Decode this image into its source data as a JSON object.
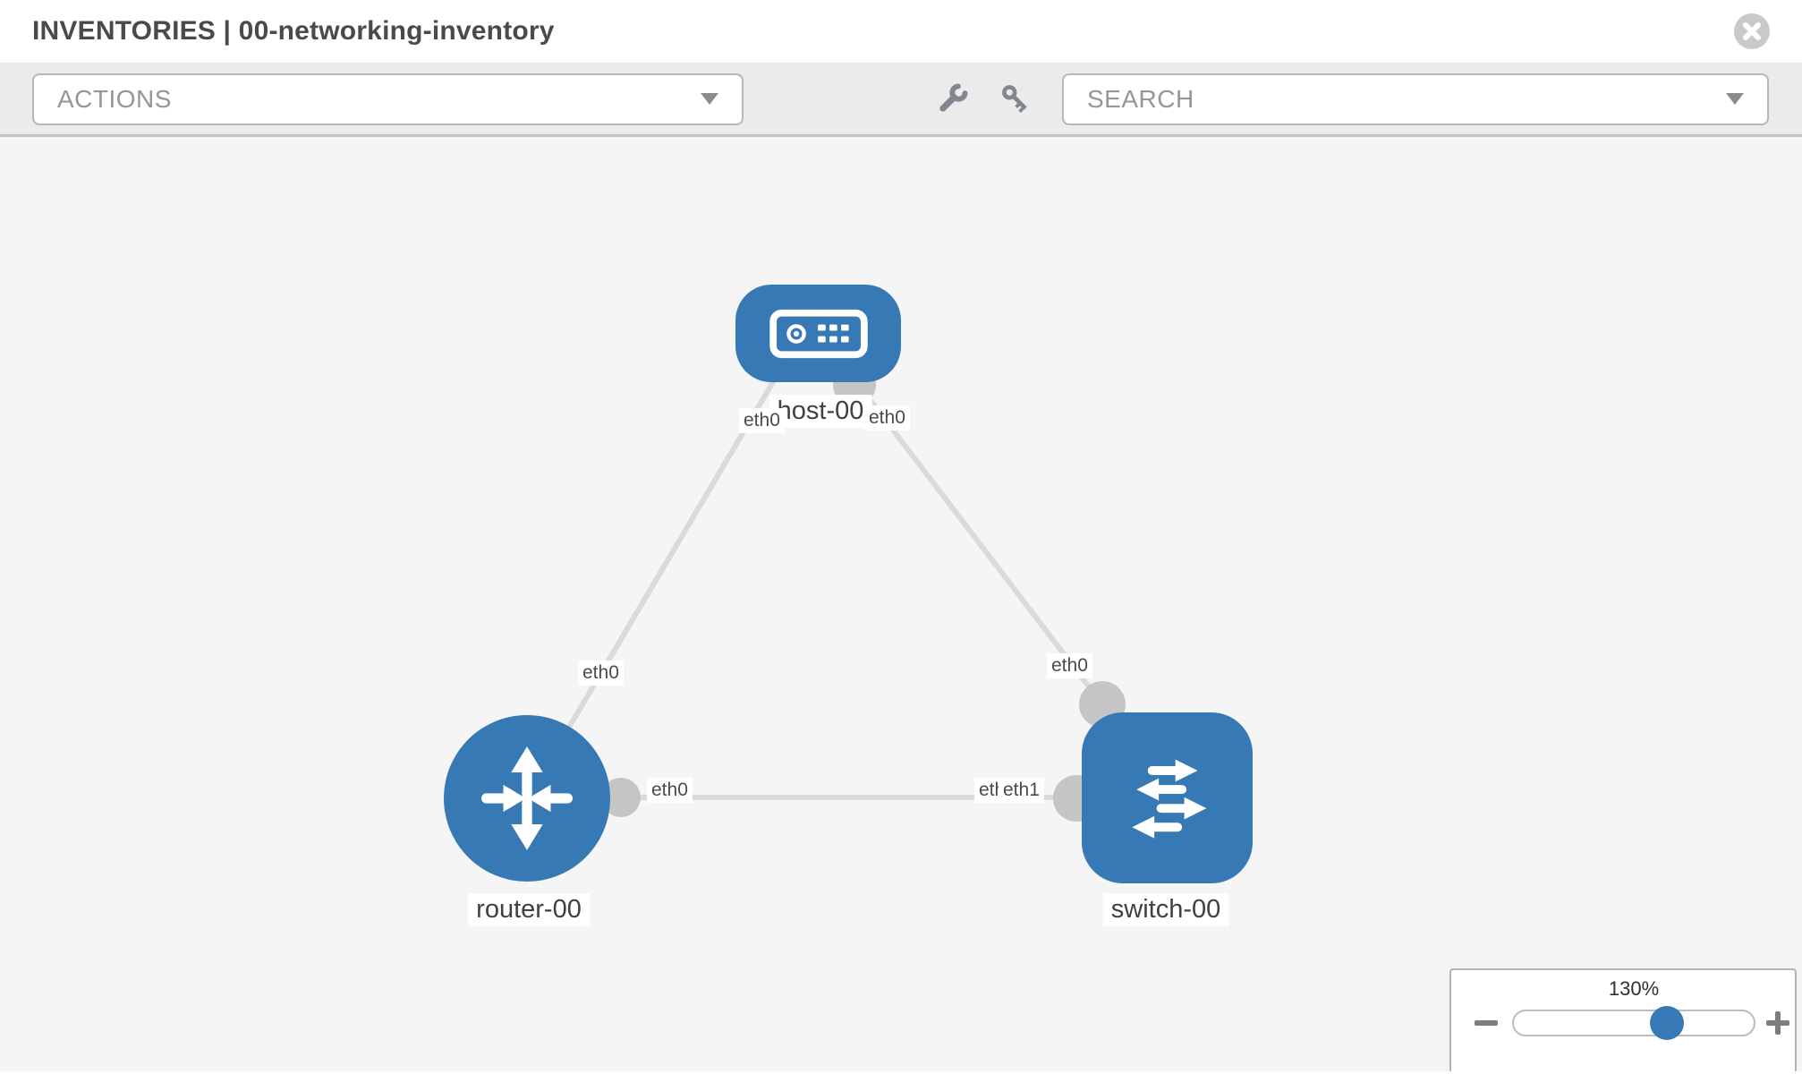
{
  "header": {
    "title": "INVENTORIES | 00-networking-inventory"
  },
  "toolbar": {
    "actions_label": "ACTIONS",
    "search_label": "SEARCH"
  },
  "icons": {
    "close": "x-circle",
    "wrench": "wrench",
    "key": "key",
    "actions_caret": "chevron-down",
    "search_caret": "chevron-down",
    "zoom_out": "minus",
    "zoom_in": "plus"
  },
  "colors": {
    "node_blue": "#3779b5",
    "link_gray": "#dadada",
    "endpoint_gray": "#c5c5c5",
    "canvas_bg": "#f5f5f5",
    "toolbar_bg": "#ebebeb",
    "slider_thumb": "#3779b5"
  },
  "topology": {
    "nodes": [
      {
        "id": "host-00",
        "type": "host",
        "label": "host-00"
      },
      {
        "id": "router-00",
        "type": "router",
        "label": "router-00"
      },
      {
        "id": "switch-00",
        "type": "switch",
        "label": "switch-00"
      }
    ],
    "links": [
      {
        "from": "host-00",
        "from_interface": "eth0",
        "to": "router-00",
        "to_interface": "eth0"
      },
      {
        "from": "host-00",
        "from_interface": "eth0",
        "to": "switch-00",
        "to_interface": "eth0"
      },
      {
        "from": "router-00",
        "from_interface": "eth0",
        "to": "switch-00",
        "to_interface": "eth1"
      }
    ],
    "iface_labels": {
      "host_router_host_end": "eth0",
      "host_router_router_end": "eth0",
      "host_switch_host_end": "eth0",
      "host_switch_switch_end": "eth0",
      "router_switch_router_end": "eth0",
      "router_switch_switch_end_back": "eth0",
      "router_switch_switch_end_front": "eth1"
    }
  },
  "zoom_control": {
    "level": "130%"
  }
}
